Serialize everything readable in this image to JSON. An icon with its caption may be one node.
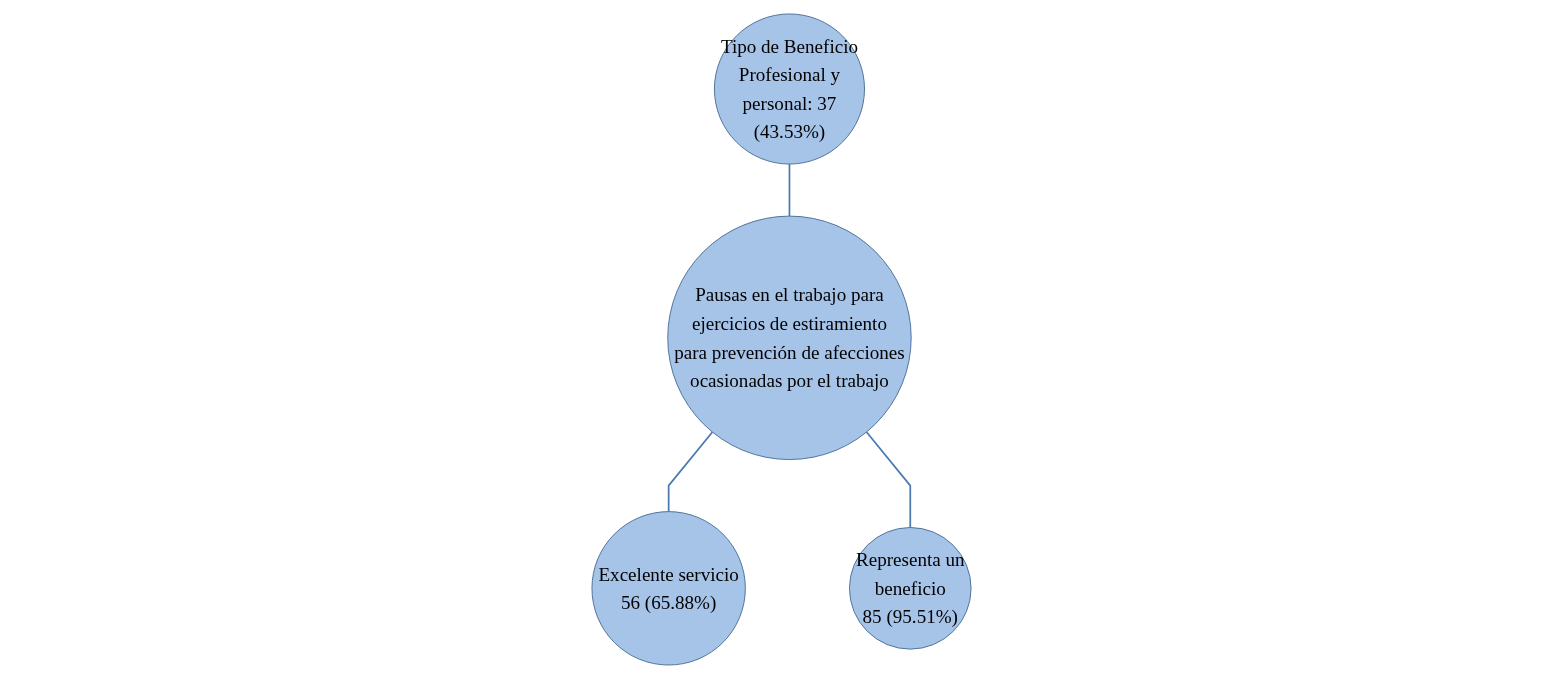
{
  "diagram": {
    "nodes": [
      {
        "text": [
          "Excelente servicio",
          "56 (65.88%)"
        ]
      },
      {
        "text": [
          "Pausas en el trabajo para ejercicios de estiramiento para prevención de afecciones ocasionadas por el trabajo"
        ]
      },
      {
        "text": [
          "Tipo de Beneficio",
          "Profesional y personal: 37 (43.53%)"
        ]
      },
      {
        "text": [
          "Representa un beneficio",
          "85 (95.51%)"
        ]
      }
    ],
    "edges": [
      {
        "from": 1,
        "to": 0,
        "arrow": "none"
      },
      {
        "from": 2,
        "to": 1,
        "arrow": "none"
      },
      {
        "from": 1,
        "to": 3,
        "arrow": "none"
      }
    ]
  }
}
